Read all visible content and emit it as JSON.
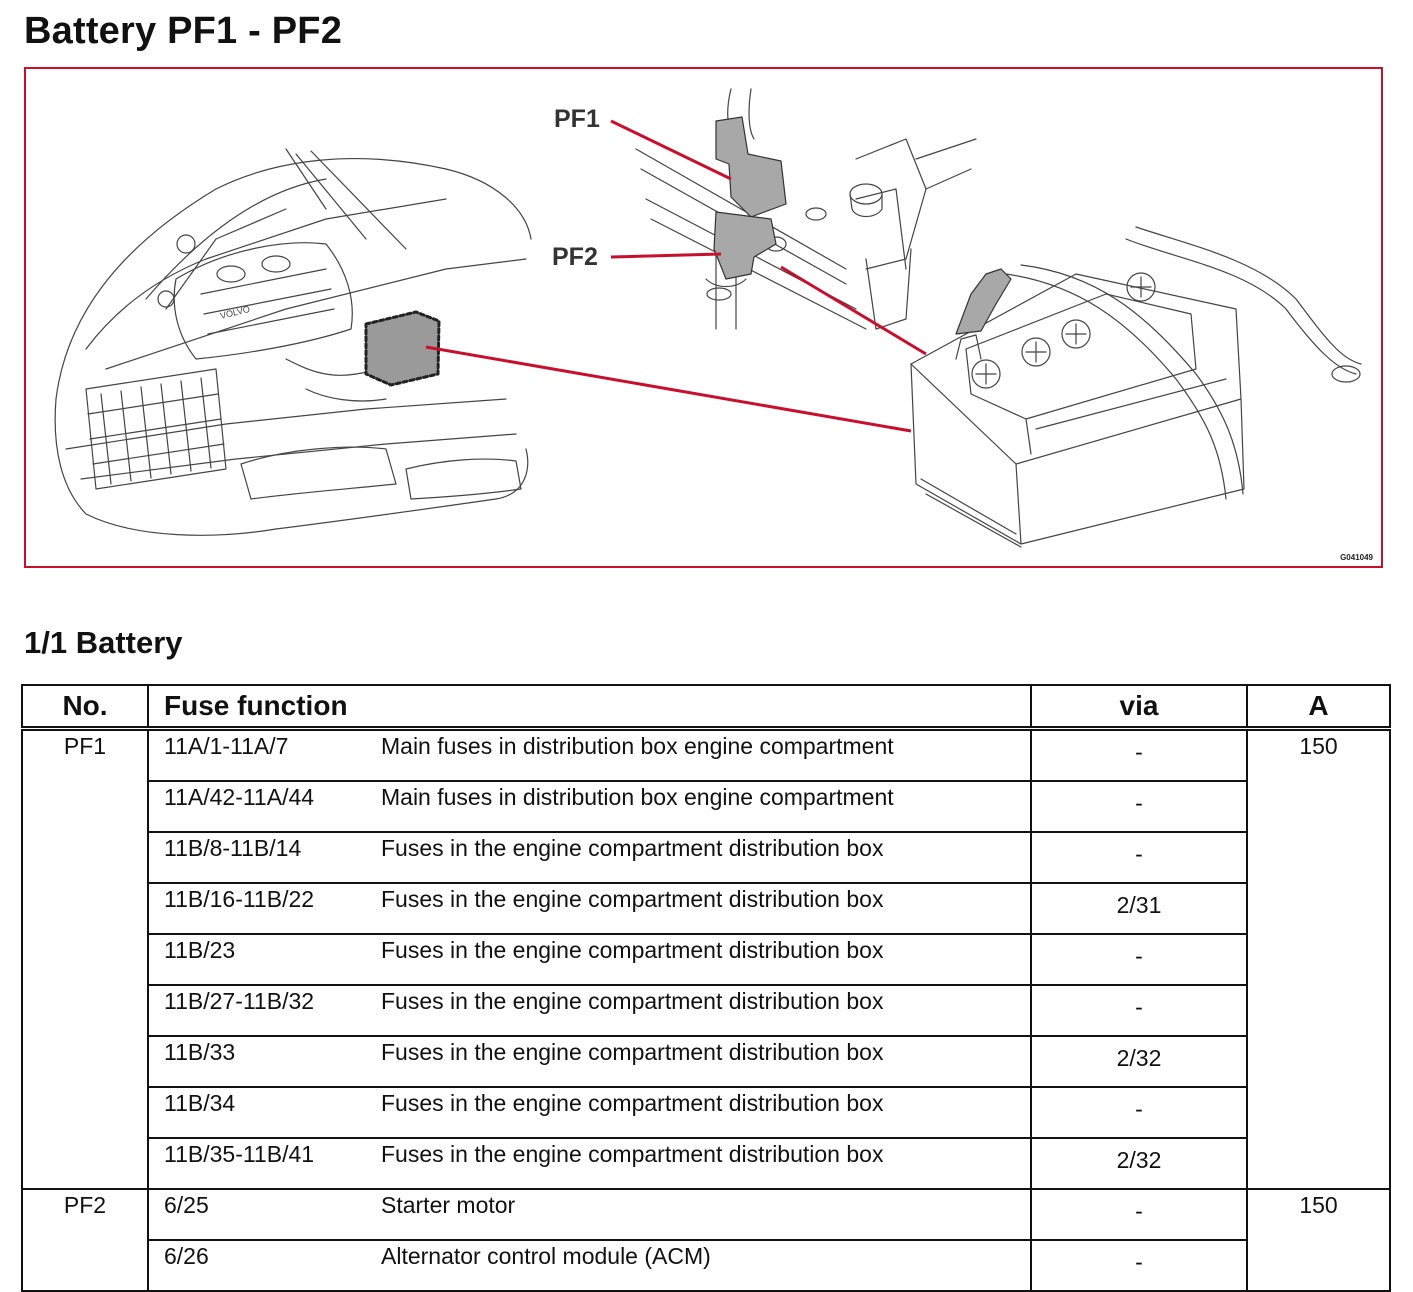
{
  "page": {
    "title": "Battery PF1 - PF2"
  },
  "figure": {
    "callout_pf1": "PF1",
    "callout_pf2": "PF2",
    "code": "G041049",
    "car_badge": "VOLVO",
    "accent_color": "#c8102e"
  },
  "section": {
    "title": "1/1 Battery"
  },
  "table": {
    "headers": {
      "no": "No.",
      "function": "Fuse function",
      "via": "via",
      "amps": "A"
    },
    "groups": [
      {
        "no": "PF1",
        "amps": "150",
        "rows": [
          {
            "id": "11A/1-11A/7",
            "description": "Main fuses in distribution box engine compartment",
            "via": "-"
          },
          {
            "id": "11A/42-11A/44",
            "description": "Main fuses in distribution box engine compartment",
            "via": "-"
          },
          {
            "id": "11B/8-11B/14",
            "description": "Fuses in the engine compartment distribution box",
            "via": "-"
          },
          {
            "id": "11B/16-11B/22",
            "description": "Fuses in the engine compartment distribution box",
            "via": "2/31"
          },
          {
            "id": "11B/23",
            "description": "Fuses in the engine compartment distribution box",
            "via": "-"
          },
          {
            "id": "11B/27-11B/32",
            "description": "Fuses in the engine compartment distribution box",
            "via": "-"
          },
          {
            "id": "11B/33",
            "description": "Fuses in the engine compartment distribution box",
            "via": "2/32"
          },
          {
            "id": "11B/34",
            "description": "Fuses in the engine compartment distribution box",
            "via": "-"
          },
          {
            "id": "11B/35-11B/41",
            "description": "Fuses in the engine compartment distribution box",
            "via": "2/32"
          }
        ]
      },
      {
        "no": "PF2",
        "amps": "150",
        "rows": [
          {
            "id": "6/25",
            "description": "Starter motor",
            "via": "-"
          },
          {
            "id": "6/26",
            "description": "Alternator control module (ACM)",
            "via": "-"
          }
        ]
      }
    ]
  }
}
